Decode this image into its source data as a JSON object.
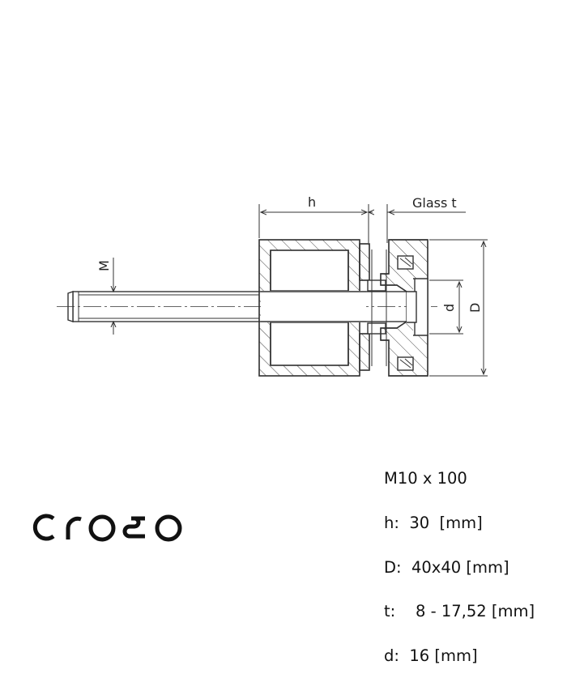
{
  "drawing": {
    "labels": {
      "h": "h",
      "glass_t": "Glass t",
      "M": "M",
      "d": "d",
      "D": "D"
    },
    "line_color": "#333333"
  },
  "specs": [
    "M10 x 100",
    "h:  30  [mm]",
    "D:  40x40 [mm]",
    "t:    8 - 17,52 [mm]",
    "d:  16 [mm]"
  ],
  "logo": {
    "text": "croso",
    "color": "#111111"
  }
}
